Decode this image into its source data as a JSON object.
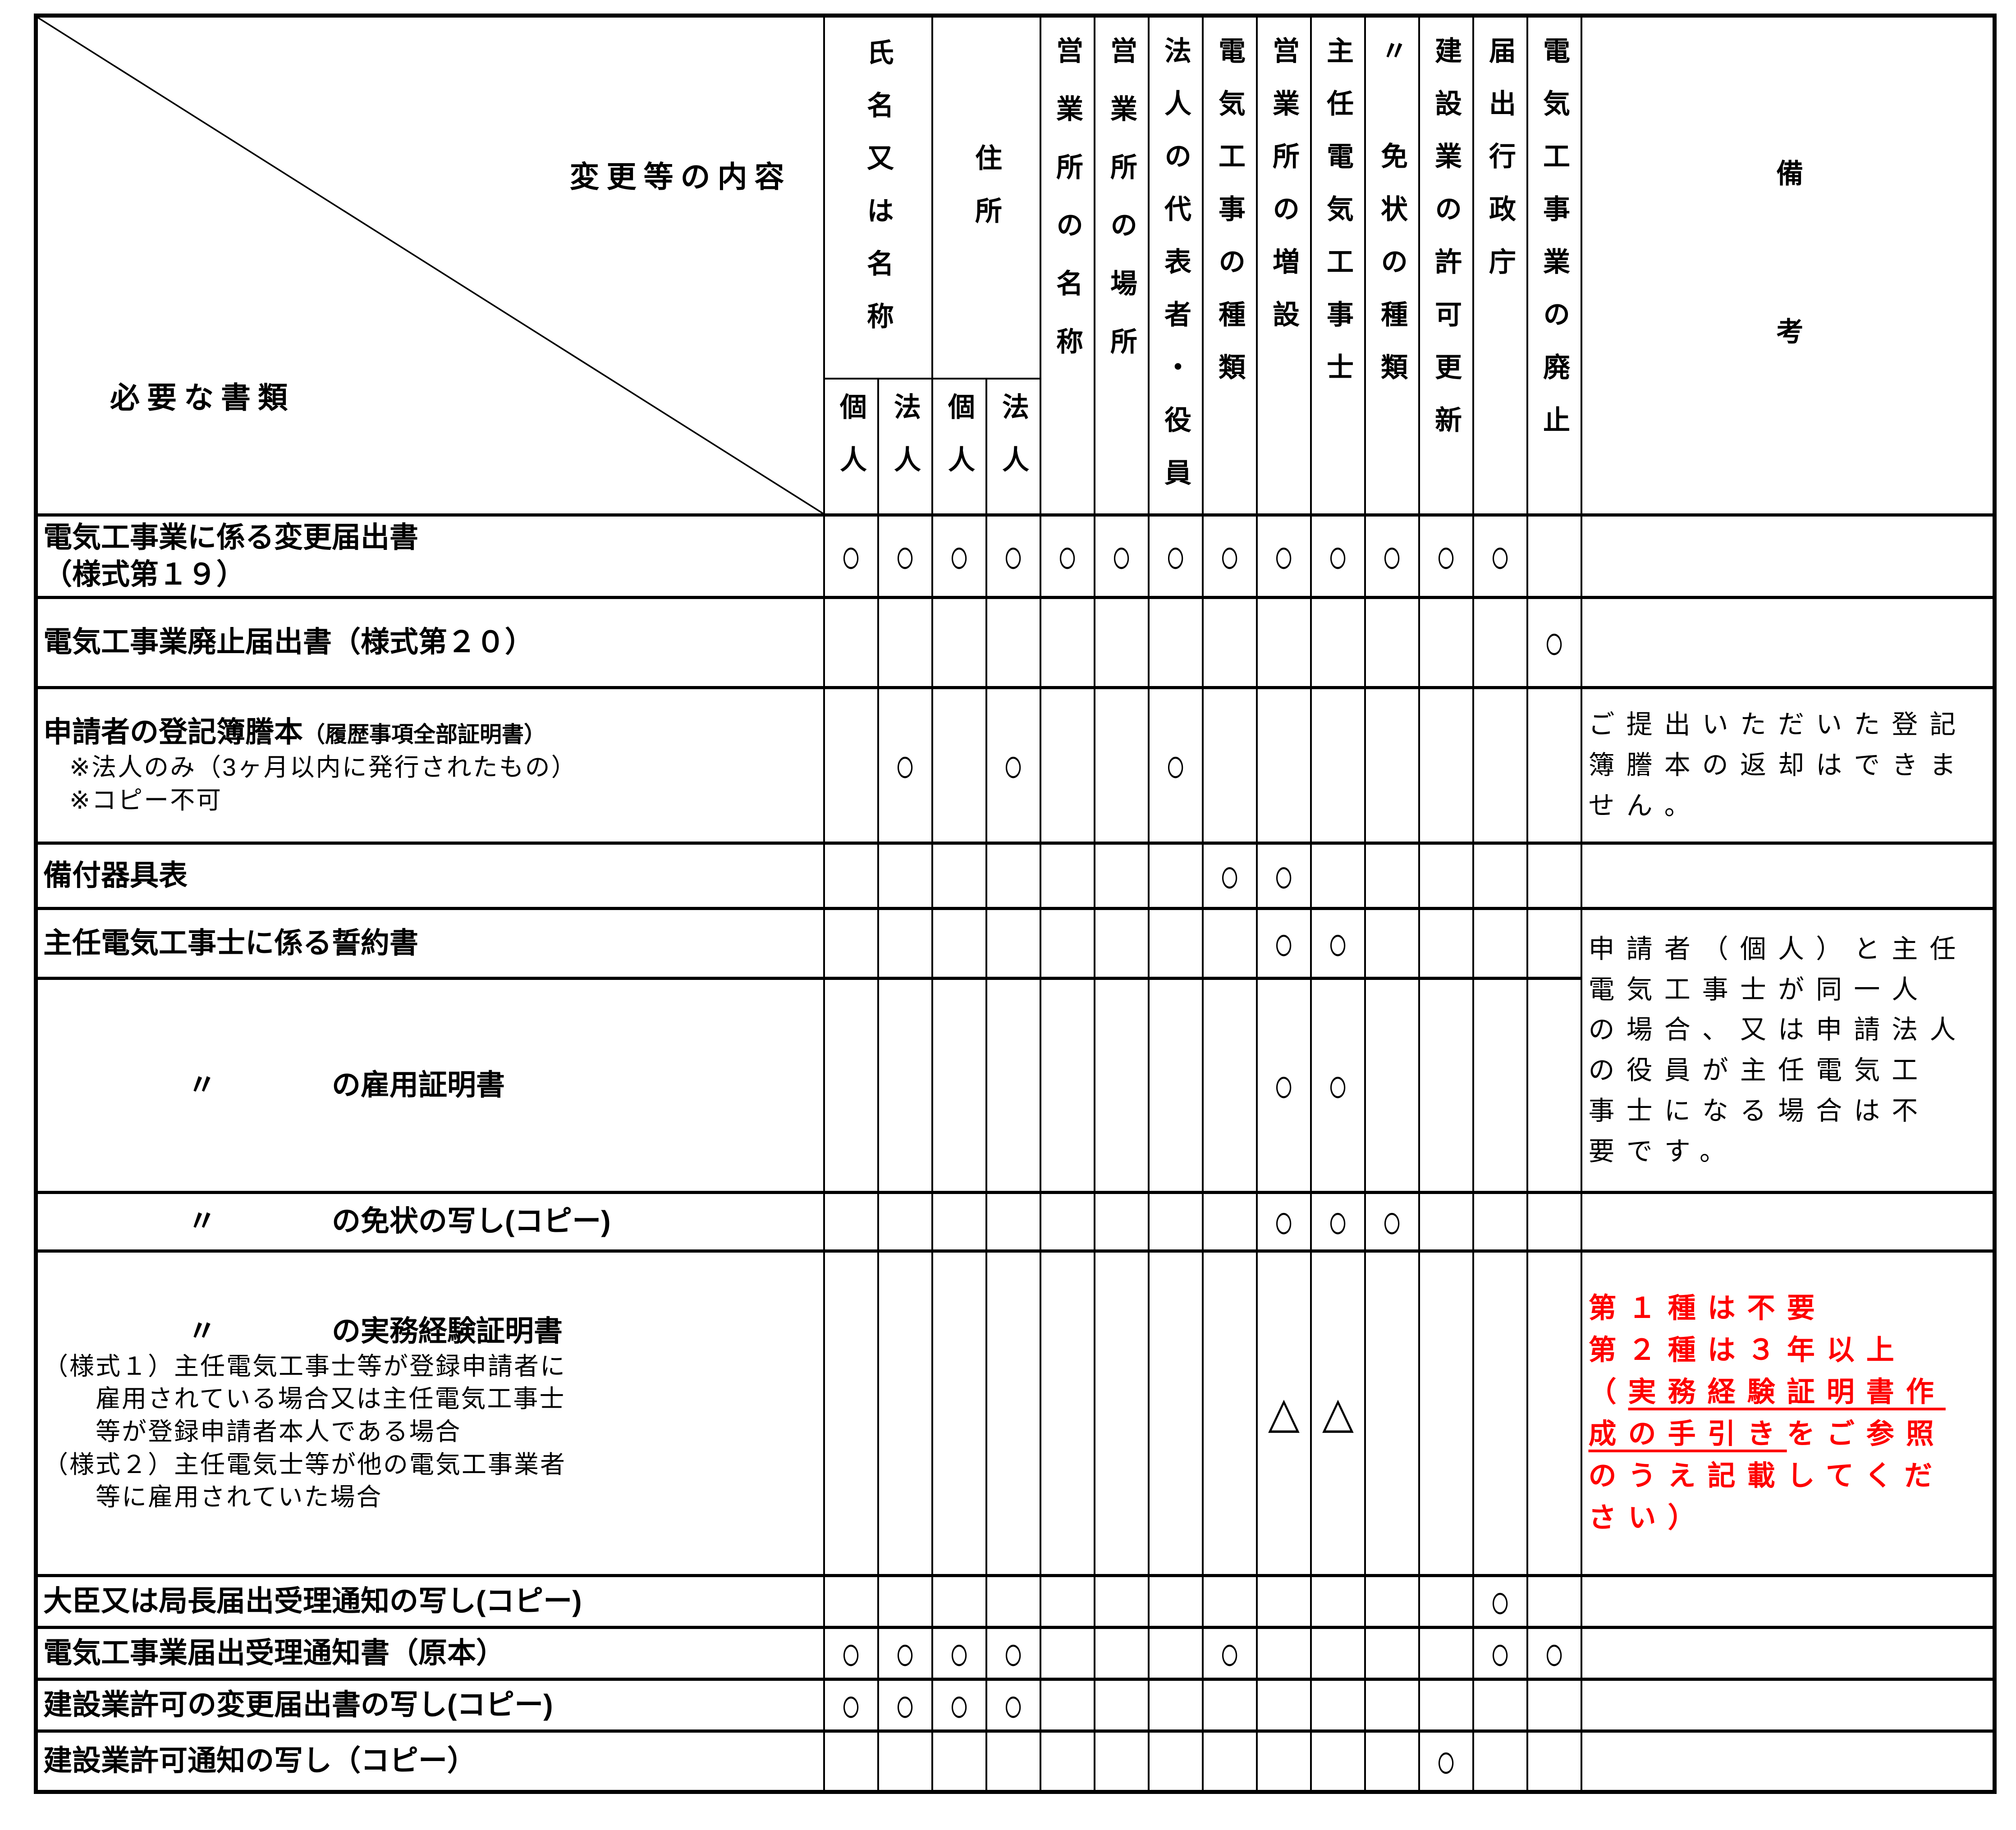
{
  "header": {
    "diagonal": {
      "top_label": "変更等の内容",
      "bottom_label": "必要な書類"
    },
    "col_groups": [
      {
        "label": "氏名又は名称",
        "sub": [
          "個人",
          "法人"
        ]
      },
      {
        "label": "住所",
        "sub": [
          "個人",
          "法人"
        ]
      }
    ],
    "columns": [
      "営業所の名称",
      "営業所の場所",
      "法人の代表者・役員",
      "電気工事の種類",
      "営業所の増設",
      "主任電気工事士",
      "〃　免状の種類",
      "建設業の許可更新",
      "届出行政庁",
      "電気工事業の廃止"
    ],
    "remark_header": "備　　考"
  },
  "marks_legend": {
    "required": "○",
    "conditional": "△"
  },
  "rows": [
    {
      "doc": {
        "titles": [
          "電気工事業に係る変更届出書",
          "（様式第１９）"
        ]
      },
      "marks": [
        "○",
        "○",
        "○",
        "○",
        "○",
        "○",
        "○",
        "○",
        "○",
        "○",
        "○",
        "○",
        "○",
        ""
      ],
      "remark": null
    },
    {
      "doc": {
        "titles": [
          "電気工事業廃止届出書（様式第２０）"
        ]
      },
      "marks": [
        "",
        "",
        "",
        "",
        "",
        "",
        "",
        "",
        "",
        "",
        "",
        "",
        "",
        "○"
      ],
      "remark": null
    },
    {
      "doc": {
        "titles": [
          "申請者の登記簿謄本"
        ],
        "title_small": "（履歴事項全部証明書）",
        "notes": [
          "　※法人のみ（3ヶ月以内に発行されたもの）",
          "　※コピー不可"
        ]
      },
      "marks": [
        "",
        "○",
        "",
        "○",
        "",
        "",
        "○",
        "",
        "",
        "",
        "",
        "",
        "",
        ""
      ],
      "remark": {
        "lines": [
          "ご提出いただいた登記",
          "簿謄本の返却はできま",
          "せん。"
        ]
      }
    },
    {
      "doc": {
        "titles": [
          "備付器具表"
        ]
      },
      "marks": [
        "",
        "",
        "",
        "",
        "",
        "",
        "",
        "○",
        "○",
        "",
        "",
        "",
        "",
        ""
      ],
      "remark": null
    },
    {
      "doc": {
        "titles": [
          "主任電気工事士に係る誓約書"
        ]
      },
      "marks": [
        "",
        "",
        "",
        "",
        "",
        "",
        "",
        "",
        "○",
        "○",
        "",
        "",
        "",
        ""
      ],
      "remark": {
        "rowspan": 2,
        "lines": [
          "申請者（個人）と主任",
          "電気工事士が同一人",
          "の場合、又は申請法人",
          "の役員が主任電気工",
          "事士になる場合は不",
          "要です。"
        ]
      }
    },
    {
      "doc": {
        "titles": [
          "　　　　　〃　　　　の雇用証明書"
        ]
      },
      "marks": [
        "",
        "",
        "",
        "",
        "",
        "",
        "",
        "",
        "○",
        "○",
        "",
        "",
        "",
        ""
      ],
      "remark": {
        "merged_above": true
      }
    },
    {
      "doc": {
        "titles": [
          "　　　　　〃　　　　の免状の写し(コピー)"
        ]
      },
      "marks": [
        "",
        "",
        "",
        "",
        "",
        "",
        "",
        "",
        "○",
        "○",
        "○",
        "",
        "",
        ""
      ],
      "remark": null
    },
    {
      "doc": {
        "titles": [
          "　　　　　〃　　　　の実務経験証明書"
        ],
        "notes": [
          "（様式１）主任電気工事士等が登録申請者に",
          "　　雇用されている場合又は主任電気工事士",
          "　　等が登録申請者本人である場合",
          "（様式２）主任電気士等が他の電気工事業者",
          "　　等に雇用されていた場合"
        ]
      },
      "marks": [
        "",
        "",
        "",
        "",
        "",
        "",
        "",
        "",
        "△",
        "△",
        "",
        "",
        "",
        ""
      ],
      "remark": {
        "red": true,
        "seg_lines": [
          [
            {
              "t": "第１種は不要"
            }
          ],
          [
            {
              "t": "第２種は３年以上"
            }
          ],
          [
            {
              "t": "（"
            },
            {
              "t": "実務経験証明書作",
              "u": true
            }
          ],
          [
            {
              "t": "成の手引き",
              "u": true
            },
            {
              "t": "をご参照"
            }
          ],
          [
            {
              "t": "のうえ記載してくだ"
            }
          ],
          [
            {
              "t": "さい）"
            }
          ]
        ]
      }
    },
    {
      "doc": {
        "titles": [
          "大臣又は局長届出受理通知の写し(コピー)"
        ]
      },
      "marks": [
        "",
        "",
        "",
        "",
        "",
        "",
        "",
        "",
        "",
        "",
        "",
        "",
        "○",
        ""
      ],
      "remark": null
    },
    {
      "doc": {
        "titles": [
          "電気工事業届出受理通知書（原本）"
        ]
      },
      "marks": [
        "○",
        "○",
        "○",
        "○",
        "",
        "",
        "",
        "○",
        "",
        "",
        "",
        "",
        "○",
        "○"
      ],
      "remark": null
    },
    {
      "doc": {
        "titles": [
          "建設業許可の変更届出書の写し(コピー)"
        ]
      },
      "marks": [
        "○",
        "○",
        "○",
        "○",
        "",
        "",
        "",
        "",
        "",
        "",
        "",
        "",
        "",
        ""
      ],
      "remark": null
    },
    {
      "doc": {
        "titles": [
          "建設業許可通知の写し（コピー）"
        ]
      },
      "marks": [
        "",
        "",
        "",
        "",
        "",
        "",
        "",
        "",
        "",
        "",
        "",
        "○",
        "",
        ""
      ],
      "remark": null
    }
  ]
}
